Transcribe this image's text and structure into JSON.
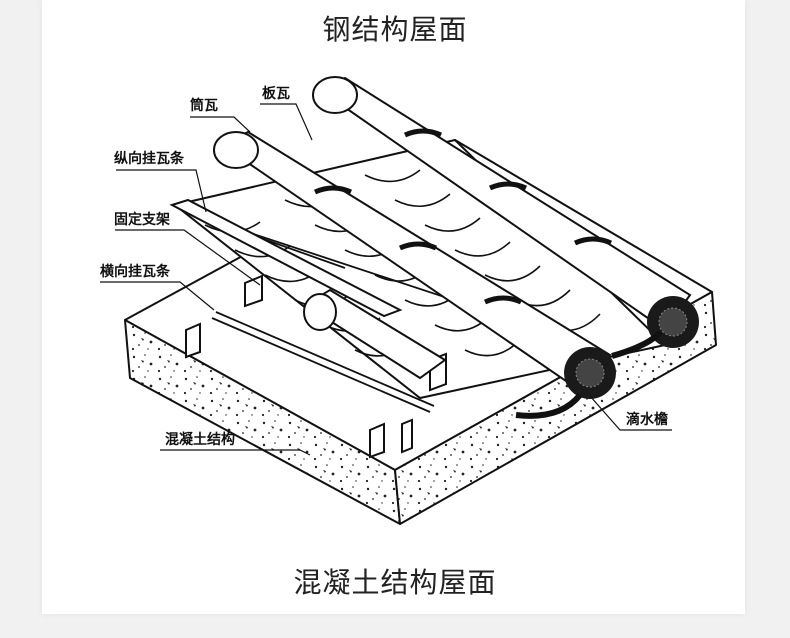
{
  "titles": {
    "top": "钢结构屋面",
    "bottom": "混凝土结构屋面"
  },
  "labels": {
    "tube_tile": "筒瓦",
    "plate_tile": "板瓦",
    "longitudinal_batten": "纵向挂瓦条",
    "fixing_bracket": "固定支架",
    "transverse_batten": "横向挂瓦条",
    "concrete_structure": "混凝土结构",
    "drip_tile": "滴水檐"
  },
  "colors": {
    "ink": "#111111",
    "paper": "#ffffff",
    "background": "#f1f1f1"
  }
}
